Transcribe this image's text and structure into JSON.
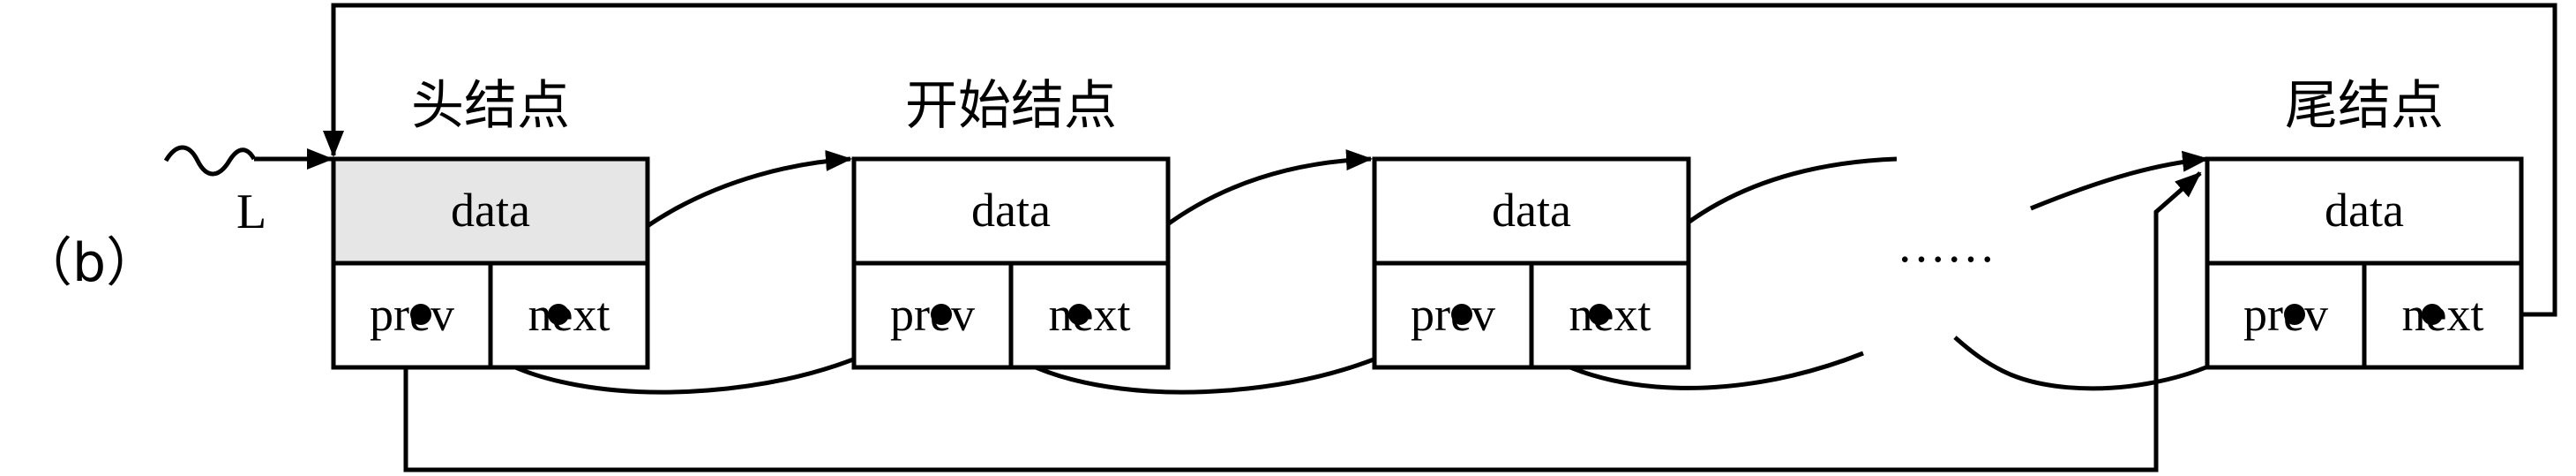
{
  "figure_label": "（b）",
  "list_pointer_label": "L",
  "ellipsis": "……",
  "colors": {
    "line": "#000000",
    "head_data_fill": "#e6e6e6",
    "node_fill": "#ffffff"
  },
  "nodes": [
    {
      "caption": "头结点",
      "data": "data",
      "prev": "prev",
      "next": "next"
    },
    {
      "caption": "开始结点",
      "data": "data",
      "prev": "prev",
      "next": "next"
    },
    {
      "caption": "",
      "data": "data",
      "prev": "prev",
      "next": "next"
    },
    {
      "caption": "尾结点",
      "data": "data",
      "prev": "prev",
      "next": "next"
    }
  ]
}
